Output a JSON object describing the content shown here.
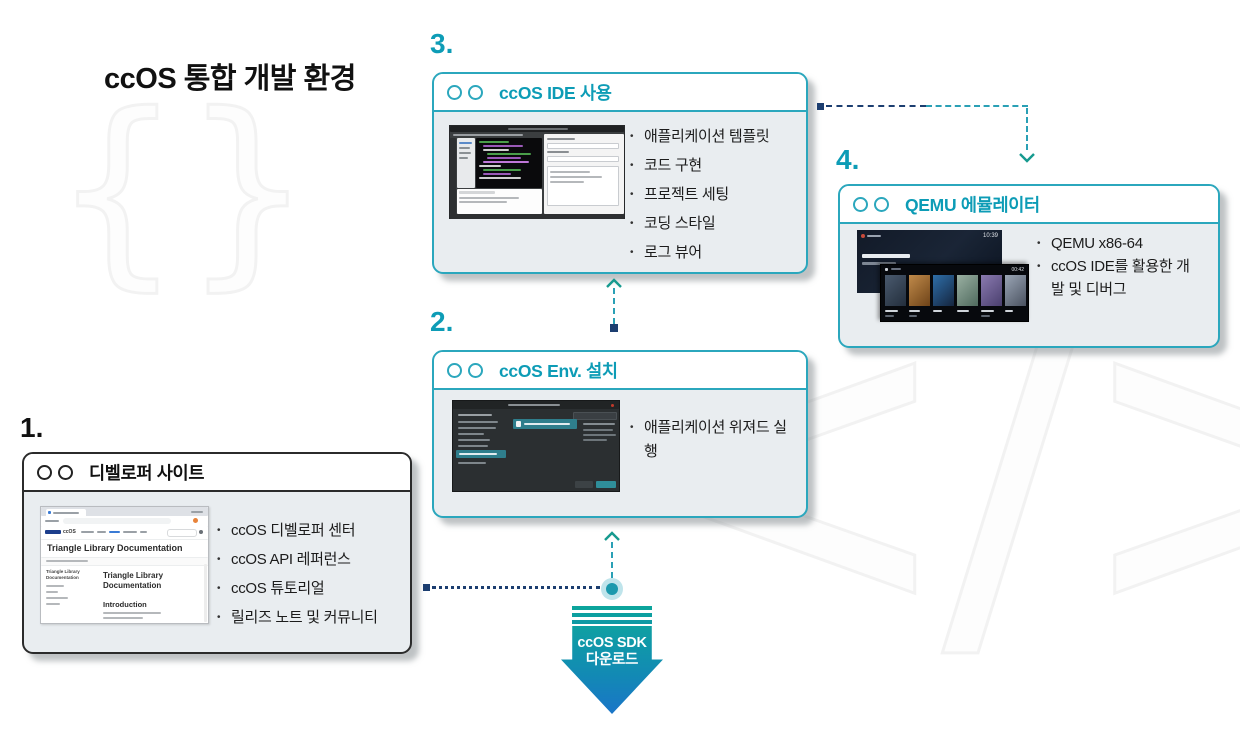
{
  "title": "ccOS 통합 개발 환경",
  "steps": {
    "s1": {
      "number": "1.",
      "title": "디벨로퍼 사이트",
      "bullets": [
        "ccOS 디벨로퍼 센터",
        "ccOS API 레퍼런스",
        "ccOS 튜토리얼",
        "릴리즈 노트 및 커뮤니티"
      ]
    },
    "s2": {
      "number": "2.",
      "title": "ccOS Env. 설치",
      "bullets": [
        "애플리케이션 위져드 실행"
      ]
    },
    "s3": {
      "number": "3.",
      "title": "ccOS IDE 사용",
      "bullets": [
        "애플리케이션 템플릿",
        "코드 구현",
        "프로젝트 세팅",
        "코딩 스타일",
        "로그 뷰어"
      ]
    },
    "s4": {
      "number": "4.",
      "title": "QEMU 에뮬레이터",
      "bullets": [
        "QEMU x86-64",
        "ccOS IDE를 활용한 개발 및 디버그"
      ]
    }
  },
  "download_arrow": {
    "line1": "ccOS SDK",
    "line2": "다운로드"
  },
  "watermarks": {
    "left_brace": "{}",
    "right_code": "</>"
  },
  "thumbnails": {
    "browser": {
      "page_title": "Triangle Library Documentation",
      "content_title": "Triangle Library Documentation",
      "section_heading": "Introduction"
    },
    "emulator": {
      "back_screen_time": "10:39",
      "front_screen_time": "00:42"
    }
  },
  "colors": {
    "teal_border": "#2ba7bd",
    "teal_text": "#0d9cb6",
    "navy": "#1c3e70",
    "chevron": "#169a8f",
    "arrow_top": "#0fa0a2",
    "arrow_bottom": "#1a75c8"
  }
}
